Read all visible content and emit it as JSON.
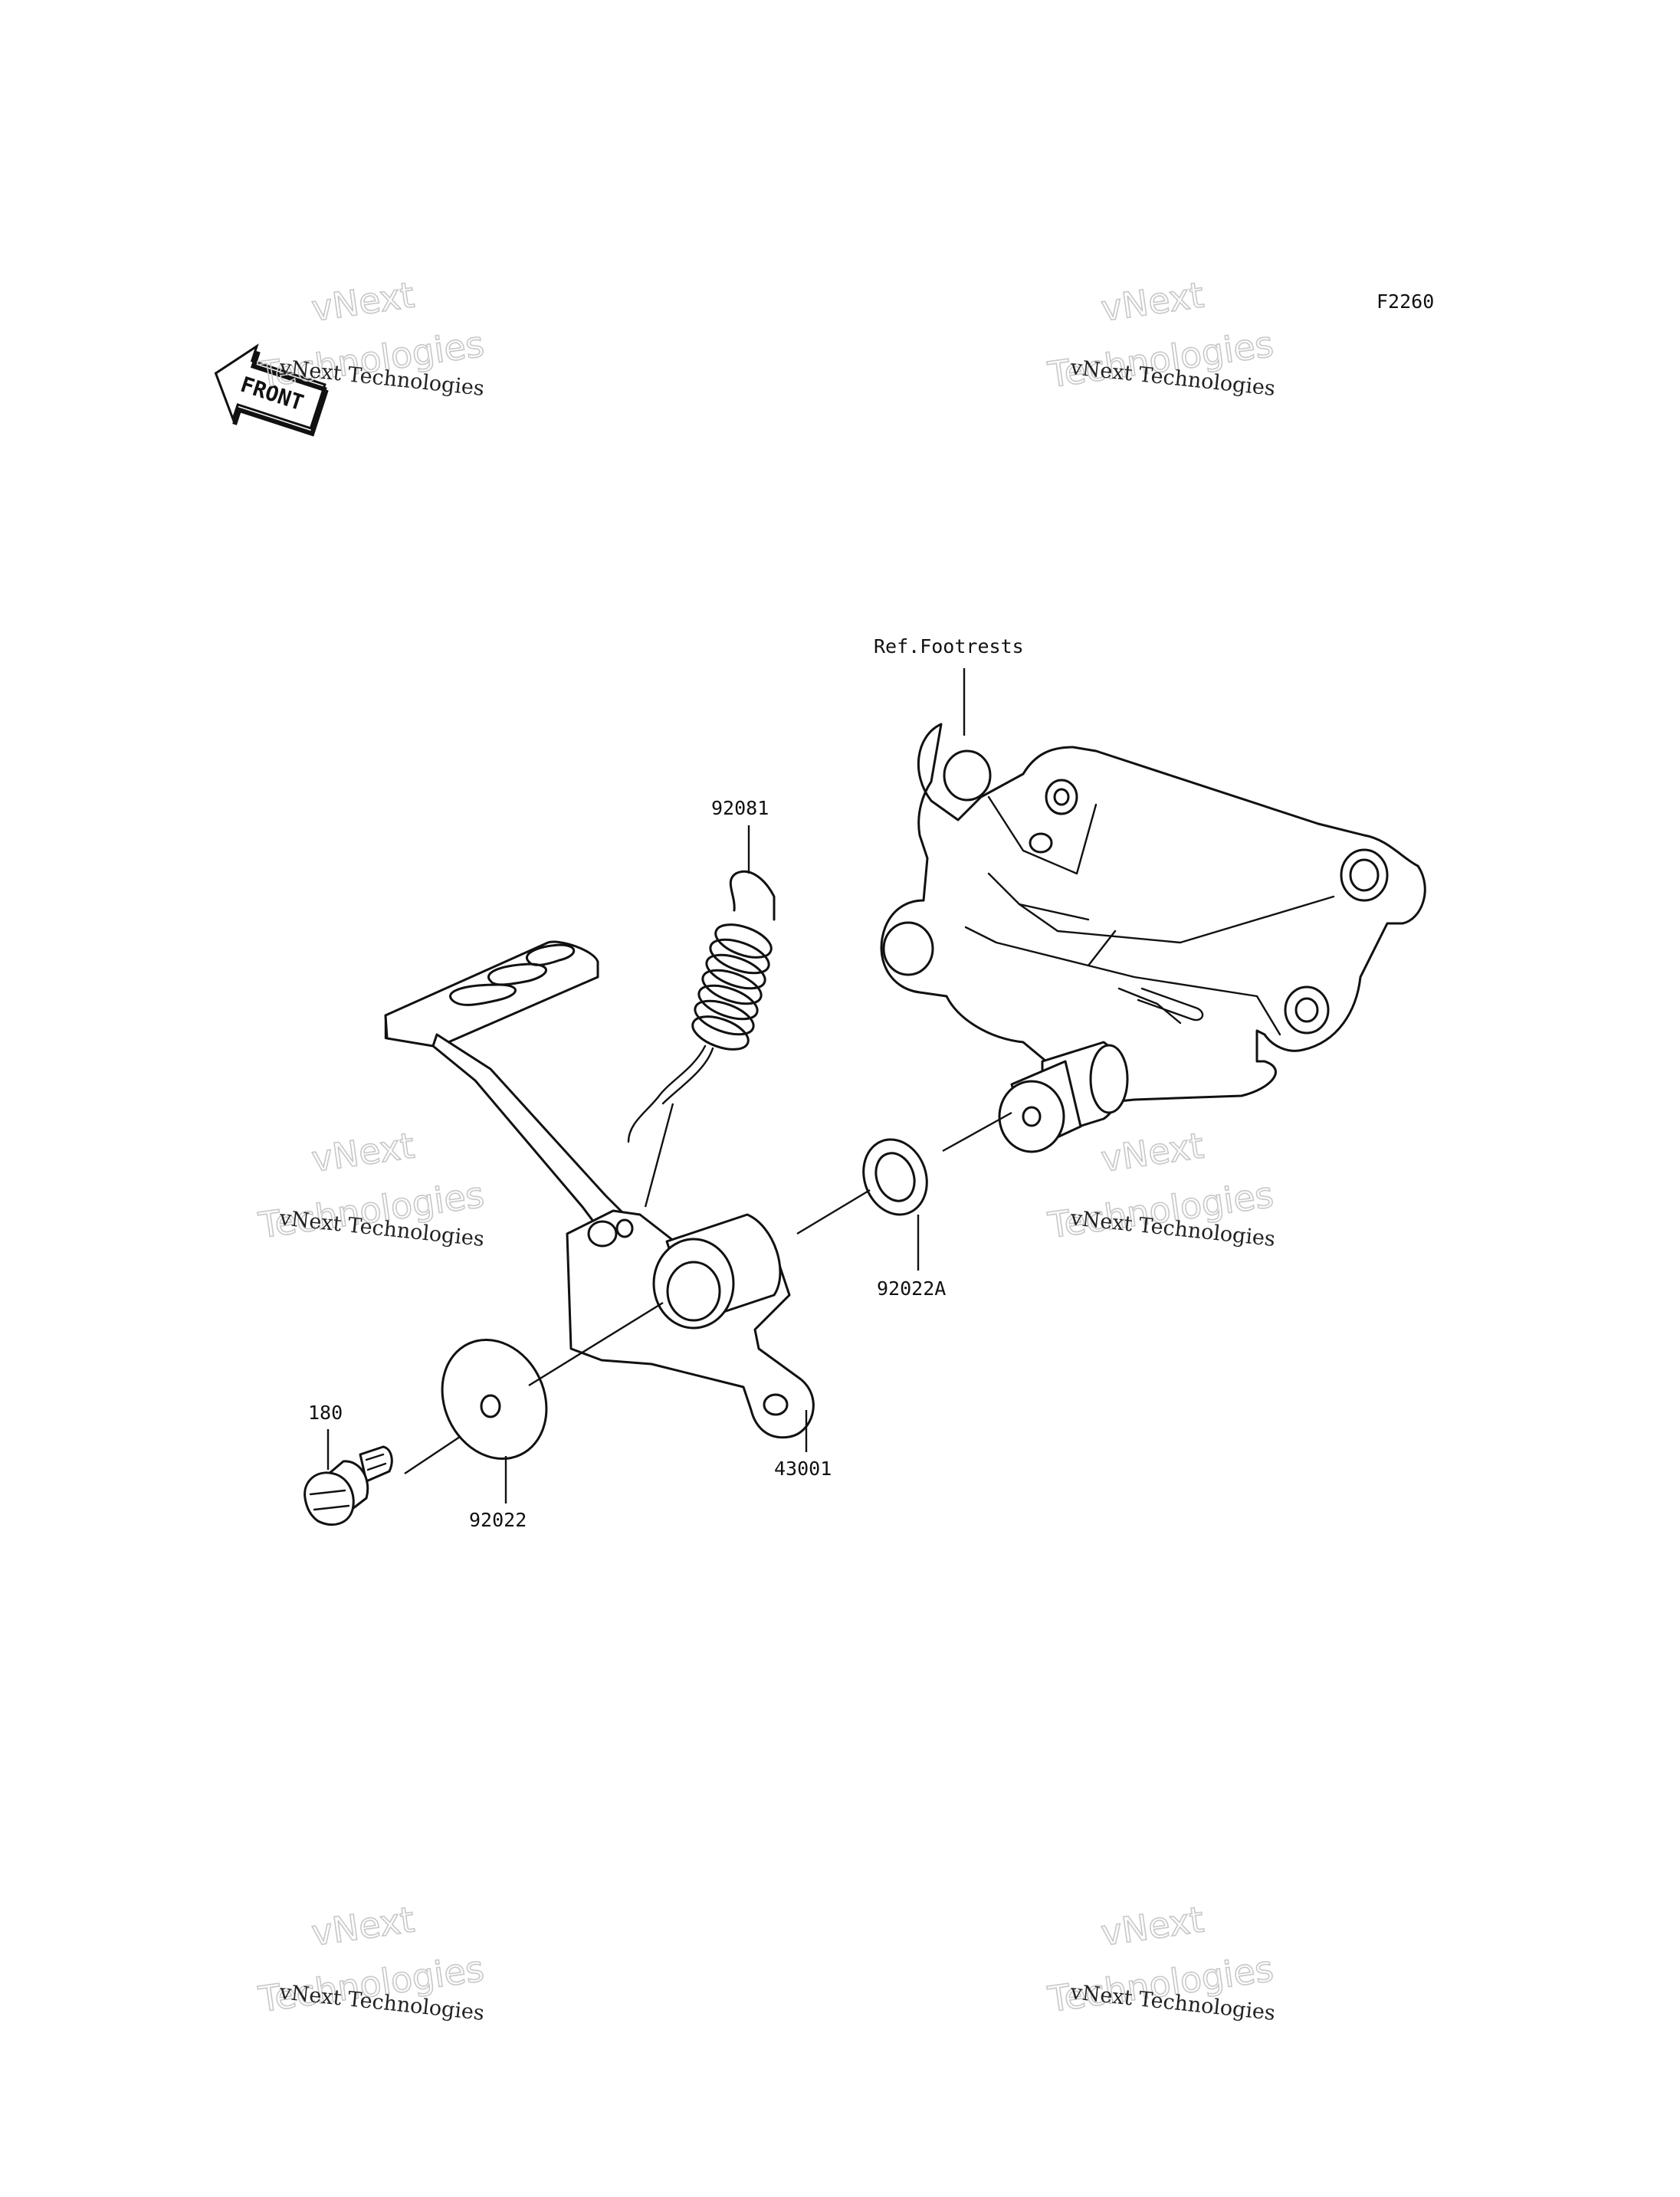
{
  "diagram": {
    "code": "F2260",
    "front_badge": "FRONT",
    "callouts": {
      "ref_footrests": "Ref.Footrests",
      "spring": "92081",
      "washer_a": "92022A",
      "pedal": "43001",
      "bolt": "180",
      "washer": "92022"
    }
  },
  "watermark": {
    "line_small": "vNext Technologies",
    "line_big_1": "vNext",
    "line_big_2": "Technologies"
  }
}
